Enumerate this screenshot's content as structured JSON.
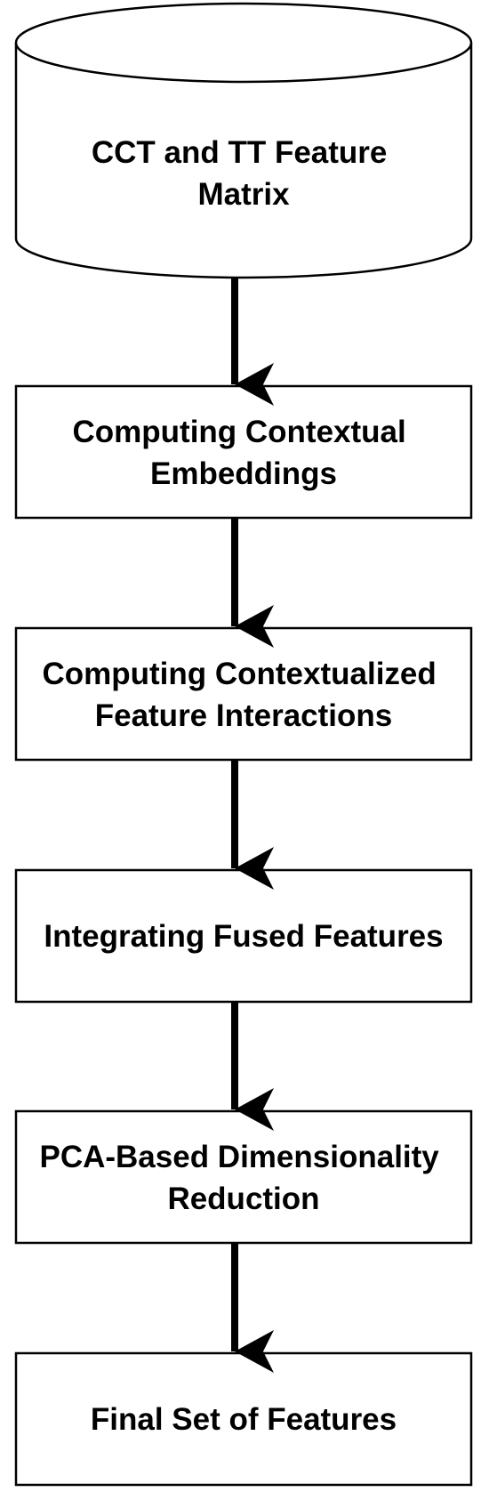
{
  "diagram": {
    "colors": {
      "stroke": "#000000",
      "fill": "#ffffff",
      "text": "#000000"
    },
    "nodes": [
      {
        "id": "cct-tt-feature-matrix",
        "shape": "cylinder",
        "lines": [
          "CCT and TT Feature",
          "Matrix"
        ]
      },
      {
        "id": "computing-contextual-embeddings",
        "shape": "rectangle",
        "lines": [
          "Computing Contextual",
          "Embeddings"
        ]
      },
      {
        "id": "computing-contextualized-feature-interactions",
        "shape": "rectangle",
        "lines": [
          "Computing Contextualized",
          "Feature Interactions"
        ]
      },
      {
        "id": "integrating-fused-features",
        "shape": "rectangle",
        "lines": [
          "Integrating Fused Features"
        ]
      },
      {
        "id": "pca-based-dimensionality-reduction",
        "shape": "rectangle",
        "lines": [
          "PCA-Based Dimensionality",
          "Reduction"
        ]
      },
      {
        "id": "final-set-of-features",
        "shape": "rectangle",
        "lines": [
          "Final Set of Features"
        ]
      }
    ],
    "edges": [
      {
        "from": "cct-tt-feature-matrix",
        "to": "computing-contextual-embeddings"
      },
      {
        "from": "computing-contextual-embeddings",
        "to": "computing-contextualized-feature-interactions"
      },
      {
        "from": "computing-contextualized-feature-interactions",
        "to": "integrating-fused-features"
      },
      {
        "from": "integrating-fused-features",
        "to": "pca-based-dimensionality-reduction"
      },
      {
        "from": "pca-based-dimensionality-reduction",
        "to": "final-set-of-features"
      }
    ]
  }
}
